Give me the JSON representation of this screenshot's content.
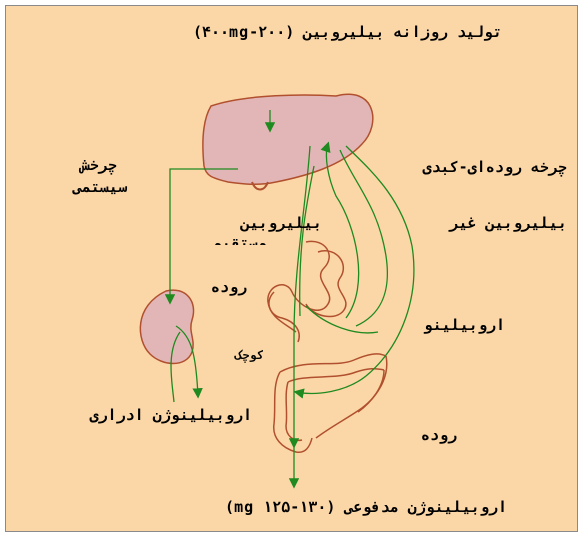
{
  "title": "تولید روزانه بیلیروبین (۲۰۰-۴۰۰mg)",
  "footer": "اروبیلینوژن مدفوعی (۱۳۰-۱۲۵ mg)",
  "labels": {
    "systemic_cycle_line1": "چرخش",
    "systemic_cycle_line2": "سیستمی",
    "enterohepatic_cycle": "چرخه روده‌ای-کبدی",
    "unconjugated_bilirubin": "بیلیروبین غیر",
    "conjugated_bilirubin_line1": "بیلیروبین",
    "conjugated_bilirubin_line2": "مستقیم",
    "small_intestine_line1": "روده",
    "small_intestine_line2": "کوچک",
    "urobilinogen": "اروبیلینو",
    "urinary_urobilinogen": "اروبیلینوژن ادراری",
    "large_intestine": "روده"
  },
  "colors": {
    "background": "#fbd7a8",
    "organ_fill": "#e2b6b6",
    "flow_arrow": "#1f8a1f",
    "outline": "#b1502e"
  }
}
